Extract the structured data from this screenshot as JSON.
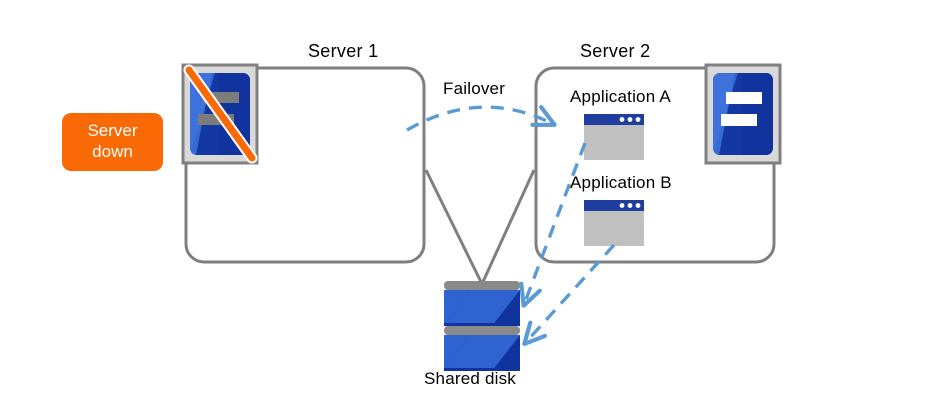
{
  "diagram": {
    "title_server1": "Server 1",
    "title_server2": "Server 2",
    "badge": {
      "line1": "Server",
      "line2": "down",
      "color": "#f96a07",
      "text_color": "#ffffff"
    },
    "failover": {
      "label": "Failover",
      "arrow_color": "#5b9bd5",
      "style": "dashed"
    },
    "server1": {
      "icon_name": "server-down-icon",
      "icon_state": "down",
      "slash_color": "#f96a07"
    },
    "server2": {
      "icon_name": "server-ok-icon",
      "icon_state": "running",
      "applications": [
        {
          "label": "Application  A",
          "icon_name": "app-window-icon"
        },
        {
          "label": "Application  B",
          "icon_name": "app-window-icon"
        }
      ]
    },
    "shared_disk": {
      "label": "Shared disk",
      "icon_name": "shared-disk-icon",
      "platters": 2
    },
    "colors": {
      "box_border": "#7f7f7f",
      "connector": "#7f7f7f",
      "arrow_blue": "#5b9bd5",
      "server_blue_light": "#2f63d0",
      "server_blue_dark": "#11339e",
      "app_titlebar": "#1f3e9e",
      "app_body": "#c0c0c0",
      "disk_gray": "#8a8a8a",
      "icon_frame": "#d9d9d9"
    }
  }
}
